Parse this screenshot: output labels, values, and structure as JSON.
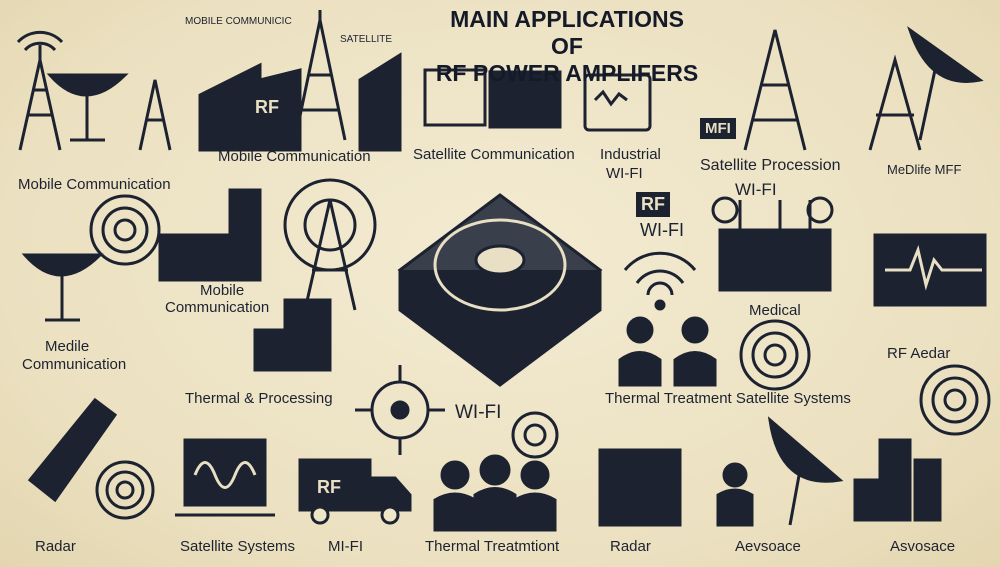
{
  "title": {
    "line1": "MAIN APPLICATIONS OF",
    "line2": "RF POWER AMPLIFERS"
  },
  "labels": {
    "small_mobile": "MOBILE COMMUNICIC",
    "small_satellite": "SATELLITE",
    "mobile1": "Mobile Communication",
    "satcom": "Satellite Communication",
    "industrial": "Industrial",
    "wifi1": "WI-FI",
    "sat_proc": "Satellite Procession",
    "wifi2": "WI-FI",
    "medlife": "MeDlife MFF",
    "mobile2": "Mobile Communication",
    "mobile3a": "Mobile",
    "mobile3b": "Communication",
    "medical": "Medical",
    "medile_a": "Medile",
    "medile_b": "Communication",
    "rf_aedar": "RF Aedar",
    "thermal_proc": "Thermal & Processing",
    "wifi3": "WI-FI",
    "thermal_sat": "Thermal Treatment Satellite Systems",
    "wifi4": "WI-FI",
    "bottom": [
      "Radar",
      "Satellite Systems",
      "MI-FI",
      "Thermal Treatmtiont",
      "Radar",
      "Aevsoace",
      "Asvosace"
    ]
  },
  "badges": {
    "rf_building": "RF",
    "mfi": "MFI",
    "rf_panel": "RF",
    "rf_truck": "RF"
  },
  "colors": {
    "background": "#efe6c8",
    "ink": "#1c2230"
  }
}
